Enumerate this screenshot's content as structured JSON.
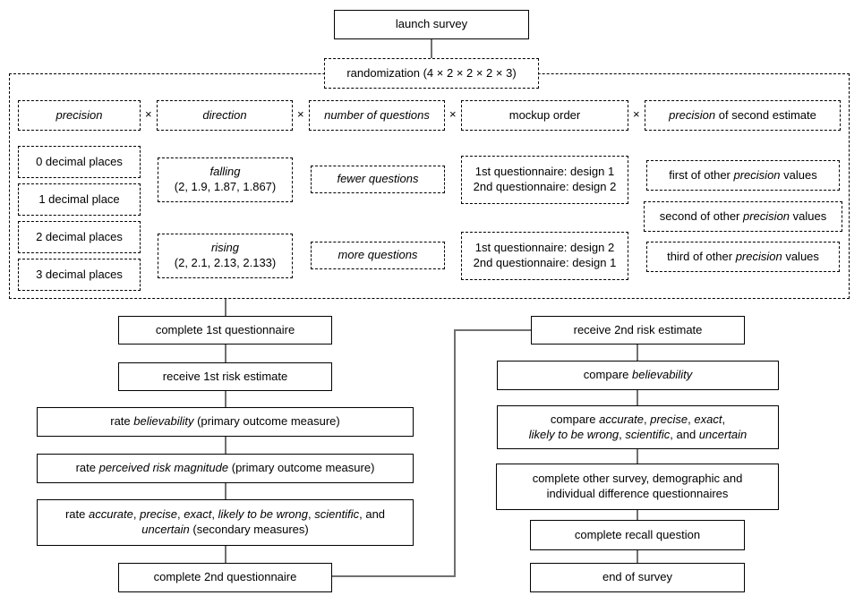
{
  "flow": {
    "launch": "launch survey",
    "randomization": "randomization (4 × 2 × 2 × 2 × 3)",
    "multiply": "×"
  },
  "factors": {
    "precision": {
      "header": [
        {
          "t": "precision",
          "i": true
        }
      ],
      "options": [
        "0 decimal places",
        "1 decimal place",
        "2 decimal places",
        "3 decimal places"
      ]
    },
    "direction": {
      "header": [
        {
          "t": "direction",
          "i": true
        }
      ],
      "options": [
        [
          {
            "t": "falling",
            "i": true
          },
          {
            "br": true
          },
          {
            "t": "(2, 1.9, 1.87, 1.867)"
          }
        ],
        [
          {
            "t": "rising",
            "i": true
          },
          {
            "br": true
          },
          {
            "t": "(2, 2.1, 2.13, 2.133)"
          }
        ]
      ]
    },
    "number_of_questions": {
      "header": [
        {
          "t": "number of questions",
          "i": true
        }
      ],
      "options": [
        [
          {
            "t": "fewer questions",
            "i": true
          }
        ],
        [
          {
            "t": "more questions",
            "i": true
          }
        ]
      ]
    },
    "mockup_order": {
      "header": [
        {
          "t": "mockup order"
        }
      ],
      "options": [
        [
          {
            "t": "1st questionnaire: design 1"
          },
          {
            "br": true
          },
          {
            "t": "2nd questionnaire: design 2"
          }
        ],
        [
          {
            "t": "1st questionnaire: design 2"
          },
          {
            "br": true
          },
          {
            "t": "2nd questionnaire: design 1"
          }
        ]
      ]
    },
    "precision_second": {
      "header": [
        {
          "t": "precision",
          "i": true
        },
        {
          "t": " of second estimate"
        }
      ],
      "options": [
        [
          {
            "t": "first of other "
          },
          {
            "t": "precision",
            "i": true
          },
          {
            "t": " values"
          }
        ],
        [
          {
            "t": "second of other "
          },
          {
            "t": "precision",
            "i": true
          },
          {
            "t": " values"
          }
        ],
        [
          {
            "t": "third of other "
          },
          {
            "t": "precision",
            "i": true
          },
          {
            "t": " values"
          }
        ]
      ]
    }
  },
  "left_flow": [
    [
      {
        "t": "complete 1st questionnaire"
      }
    ],
    [
      {
        "t": "receive 1st risk estimate"
      }
    ],
    [
      {
        "t": "rate "
      },
      {
        "t": "believability",
        "i": true
      },
      {
        "t": " (primary outcome measure)"
      }
    ],
    [
      {
        "t": "rate "
      },
      {
        "t": "perceived risk magnitude",
        "i": true
      },
      {
        "t": " (primary outcome measure)"
      }
    ],
    [
      {
        "t": "rate "
      },
      {
        "t": "accurate",
        "i": true
      },
      {
        "t": ", "
      },
      {
        "t": "precise",
        "i": true
      },
      {
        "t": ", "
      },
      {
        "t": "exact",
        "i": true
      },
      {
        "t": ", "
      },
      {
        "t": "likely to be wrong",
        "i": true
      },
      {
        "t": ", "
      },
      {
        "t": "scientific",
        "i": true
      },
      {
        "t": ", and"
      },
      {
        "br": true
      },
      {
        "t": "uncertain",
        "i": true
      },
      {
        "t": " (secondary measures)"
      }
    ],
    [
      {
        "t": "complete 2nd questionnaire"
      }
    ]
  ],
  "right_flow": [
    [
      {
        "t": "receive 2nd risk estimate"
      }
    ],
    [
      {
        "t": "compare "
      },
      {
        "t": "believability",
        "i": true
      }
    ],
    [
      {
        "t": "compare "
      },
      {
        "t": "accurate",
        "i": true
      },
      {
        "t": ", "
      },
      {
        "t": "precise",
        "i": true
      },
      {
        "t": ", "
      },
      {
        "t": "exact",
        "i": true
      },
      {
        "t": ","
      },
      {
        "br": true
      },
      {
        "t": "likely to be wrong",
        "i": true
      },
      {
        "t": ", "
      },
      {
        "t": "scientific",
        "i": true
      },
      {
        "t": ", and "
      },
      {
        "t": "uncertain",
        "i": true
      }
    ],
    [
      {
        "t": "complete other survey, demographic and"
      },
      {
        "br": true
      },
      {
        "t": "individual difference questionnaires"
      }
    ],
    [
      {
        "t": "complete recall question"
      }
    ],
    [
      {
        "t": "end of survey"
      }
    ]
  ],
  "colors": {
    "box_border": "#000000",
    "connector": "#707070",
    "background": "#ffffff",
    "text": "#000000"
  }
}
